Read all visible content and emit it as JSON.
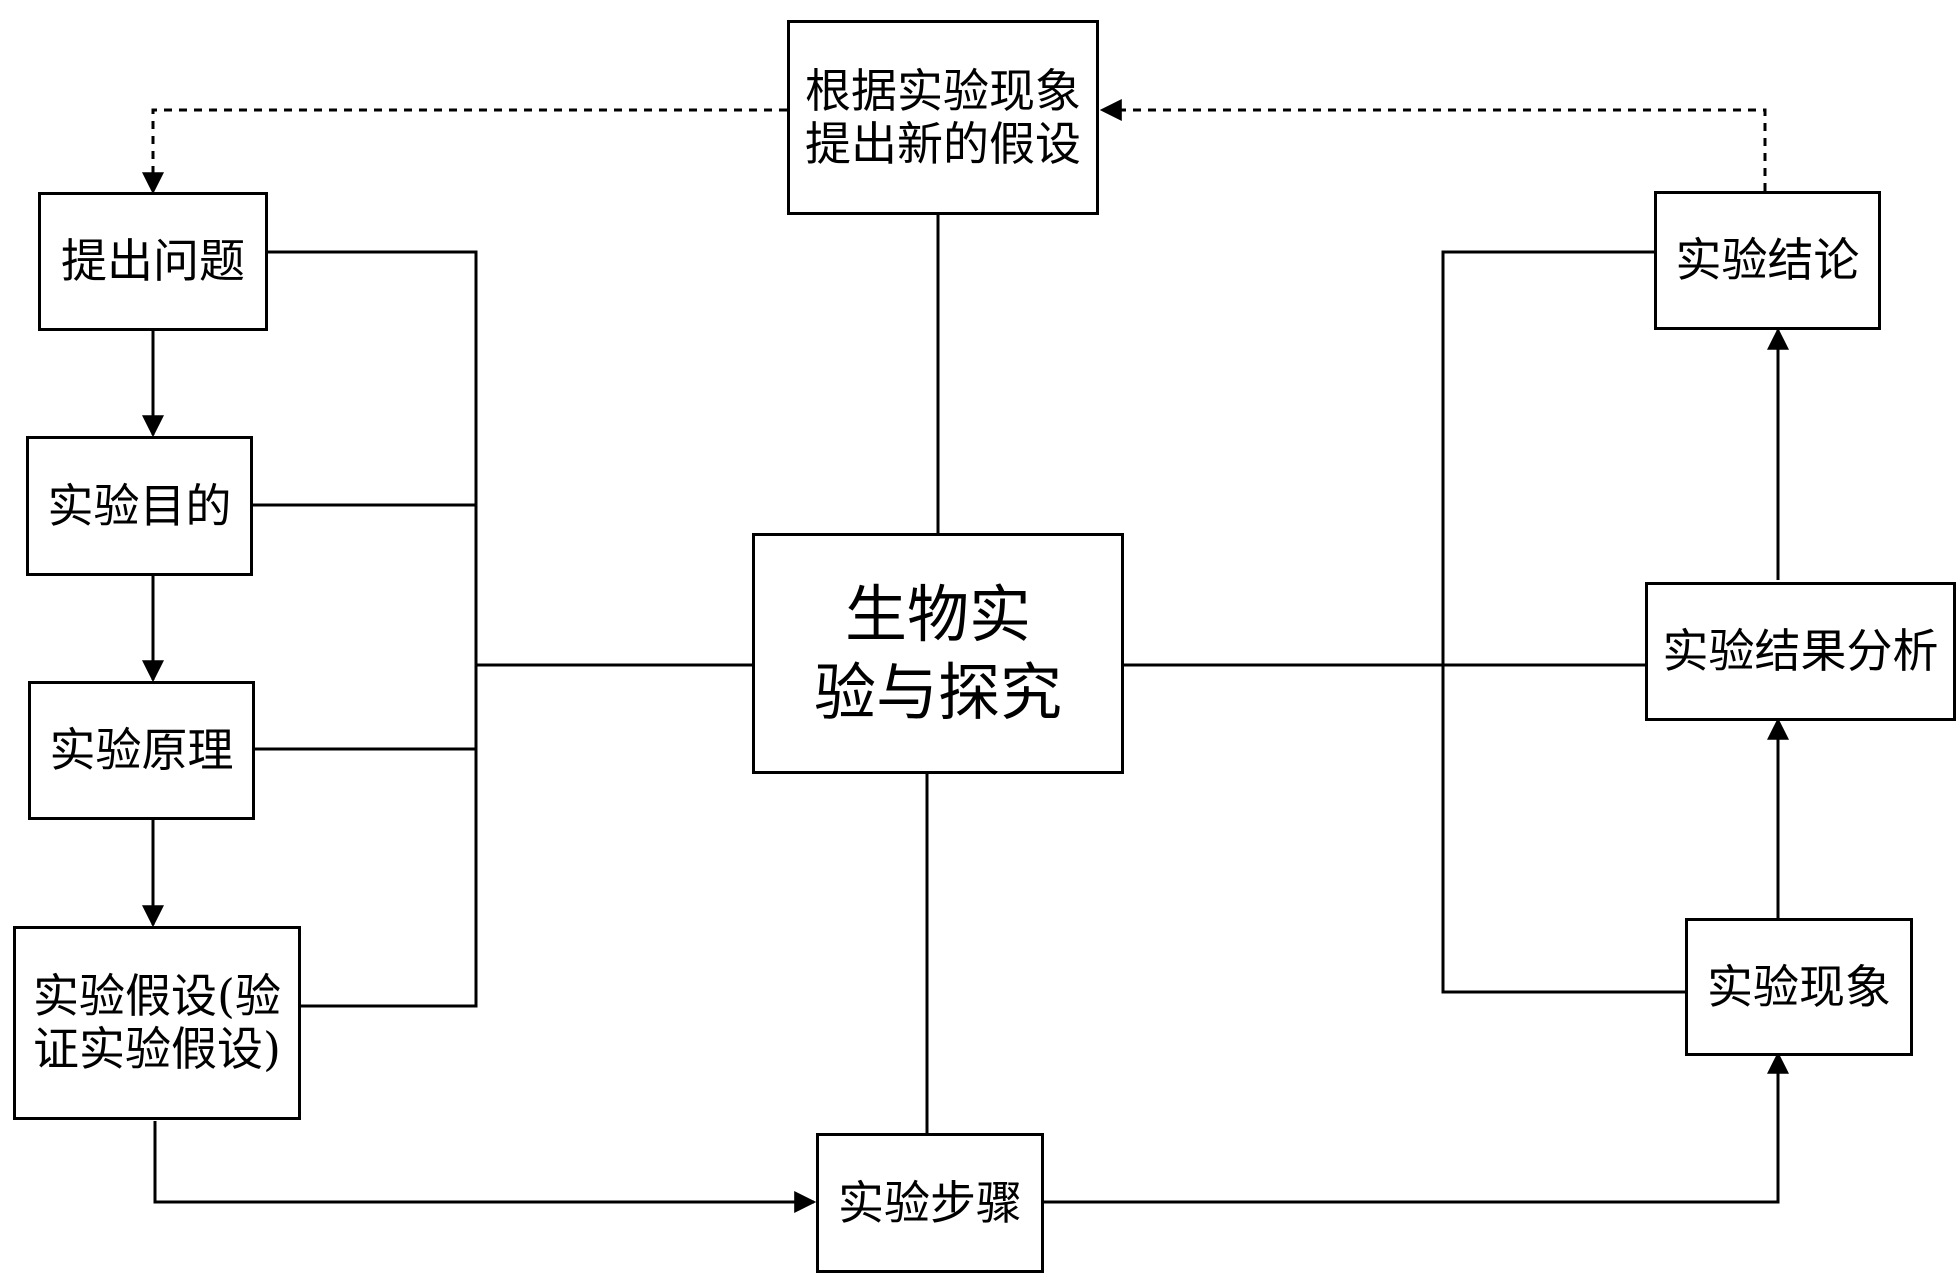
{
  "nodes": {
    "new_hypothesis": {
      "line1": "根据实验现象",
      "line2": "提出新的假设"
    },
    "raise_question": "提出问题",
    "purpose": "实验目的",
    "principle": "实验原理",
    "hypothesis": {
      "line1": "实验假设(验",
      "line2": "证实验假设)"
    },
    "center": {
      "line1": "生物实",
      "line2": "验与探究"
    },
    "steps": "实验步骤",
    "phenomenon": "实验现象",
    "analysis": "实验结果分析",
    "conclusion": "实验结论"
  },
  "colors": {
    "line": "#000000",
    "background": "#ffffff"
  }
}
